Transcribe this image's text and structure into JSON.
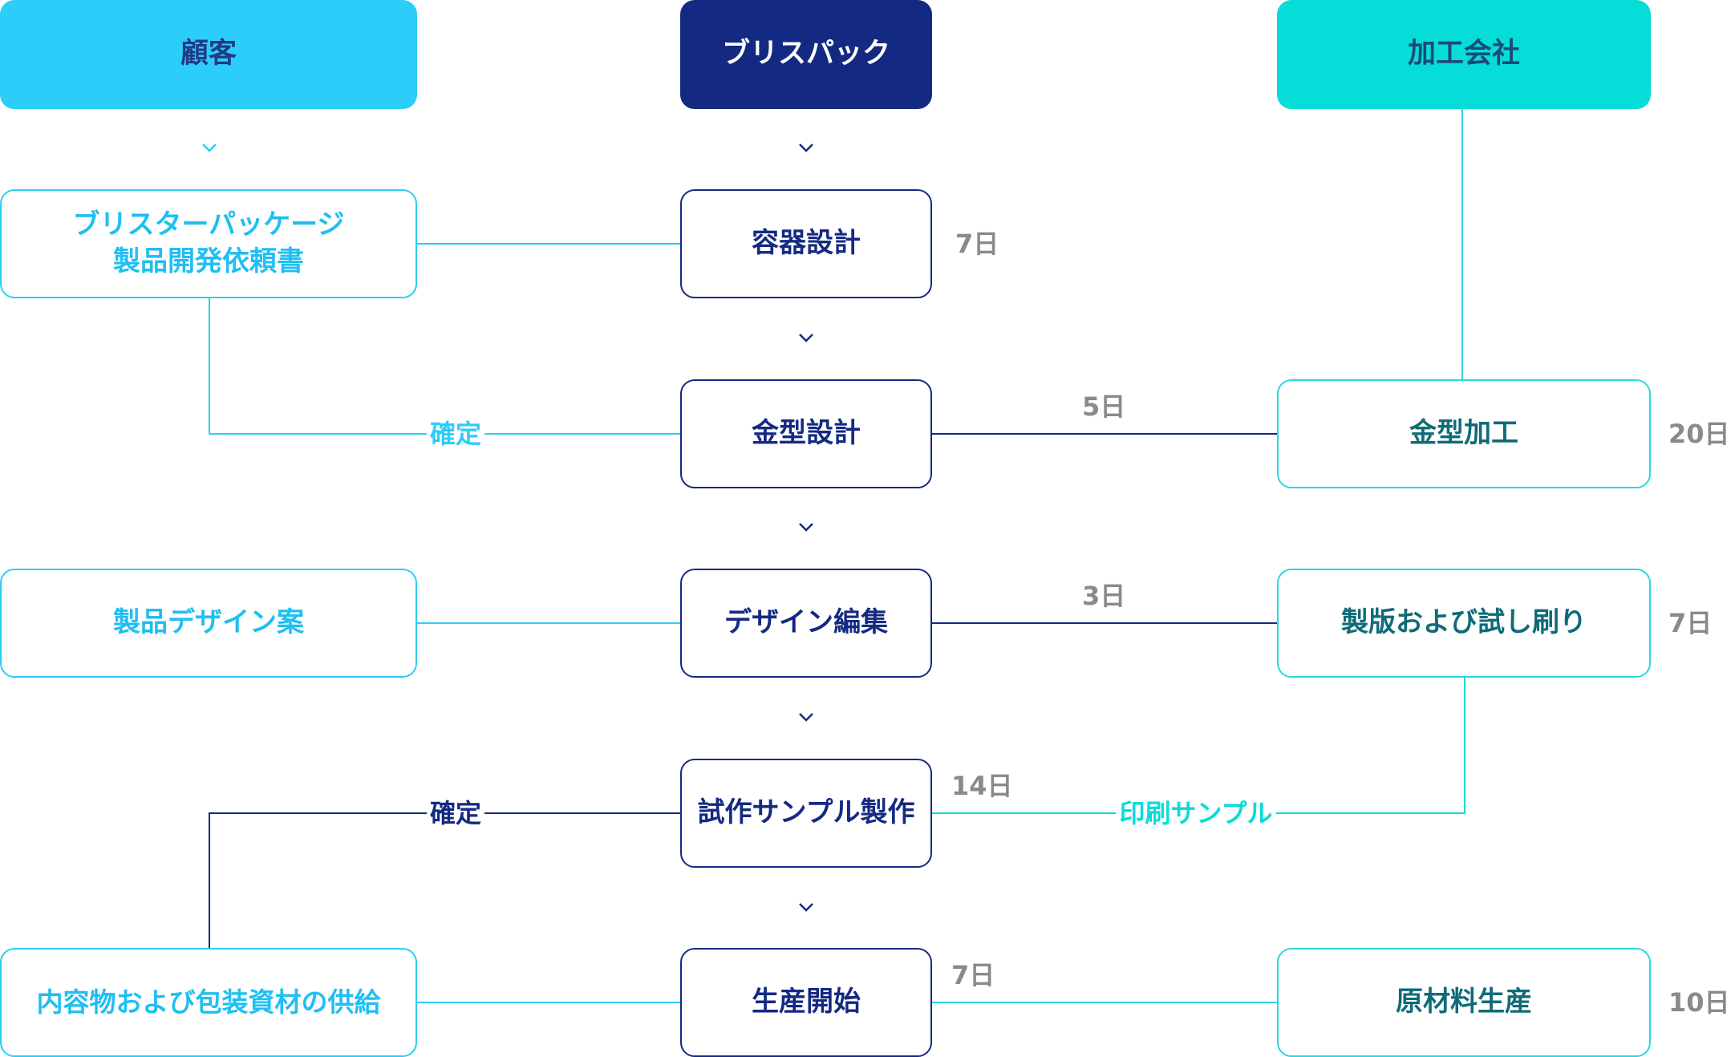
{
  "colors": {
    "customer": "#2ccdf8",
    "blispack": "#142a82",
    "processor": "#06ddd8",
    "duration_text": "#8a8a8a"
  },
  "headers": {
    "customer": "顧客",
    "blispack": "ブリスパック",
    "processor": "加工会社"
  },
  "customer": {
    "request_line1": "ブリスターパッケージ",
    "request_line2": "製品開発依頼書",
    "design": "製品デザイン案",
    "supply": "内容物および包装資材の供給"
  },
  "blispack": {
    "container_design": "容器設計",
    "mold_design": "金型設計",
    "design_edit": "デザイン編集",
    "prototype": "試作サンプル製作",
    "production": "生産開始"
  },
  "processor": {
    "mold_processing": "金型加工",
    "plate_making": "製版および試し刷り",
    "raw_material": "原材料生産"
  },
  "durations": {
    "container_design": "7日",
    "mold_design_link": "5日",
    "mold_processing": "20日",
    "design_edit_link": "3日",
    "plate_making": "7日",
    "prototype": "14日",
    "production": "7日",
    "raw_material": "10日"
  },
  "connector_labels": {
    "confirm_1": "確定",
    "confirm_2": "確定",
    "print_sample": "印刷サンプル"
  }
}
